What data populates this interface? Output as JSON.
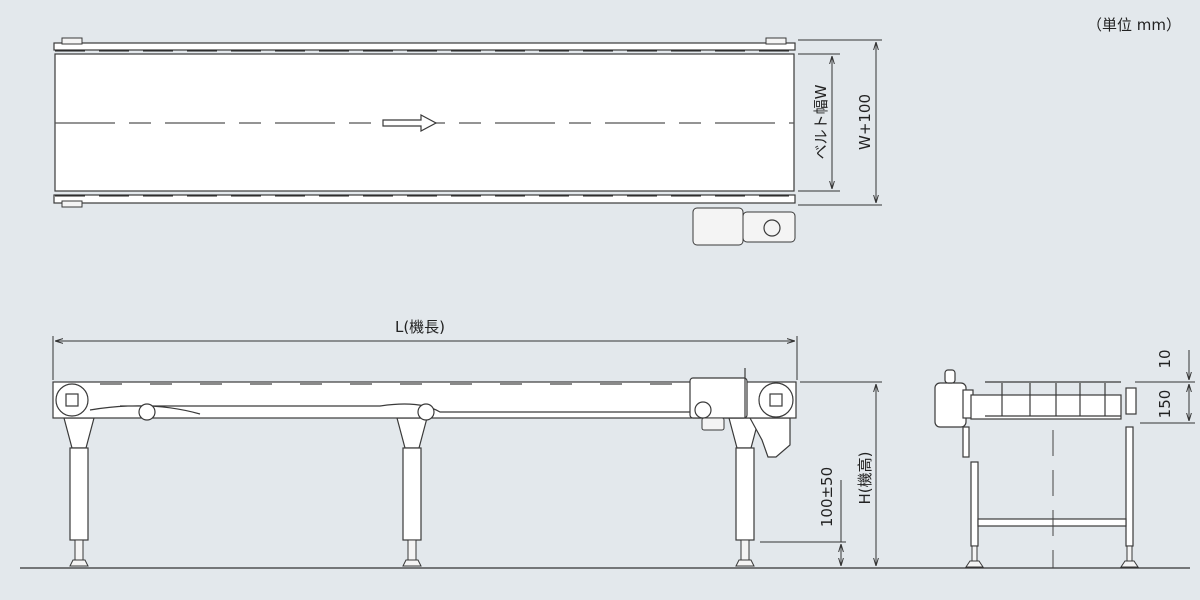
{
  "unit_label": "（単位 mm）",
  "top_view": {
    "belt_width_label": "ベルト幅W",
    "frame_width_label": "W+100"
  },
  "side_view": {
    "length_label": "L(機長)",
    "adjust_label": "100±50",
    "height_label": "H(機高)"
  },
  "end_view": {
    "top_offset_label": "10",
    "frame_height_label": "150"
  },
  "colors": {
    "background": "#e3e8ec",
    "line": "#3a3a3a"
  }
}
